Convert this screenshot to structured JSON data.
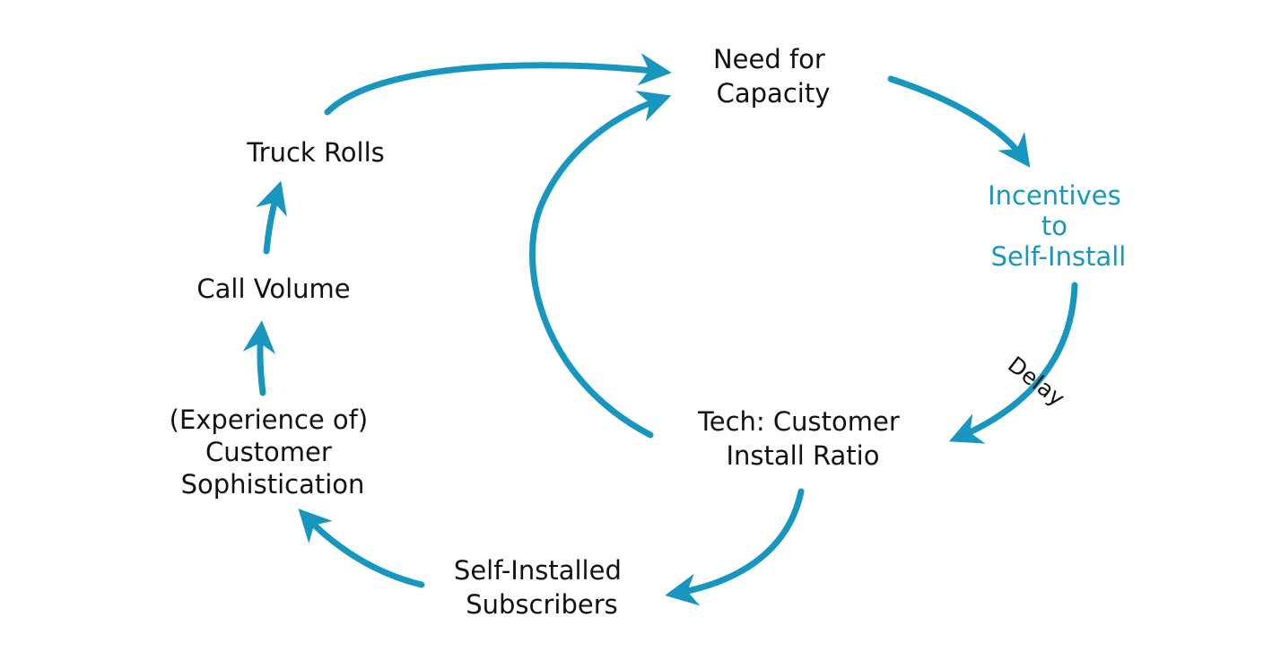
{
  "colors": {
    "arrow": "#1796bf",
    "node_text": "#111111",
    "highlight_text": "#1796bf"
  },
  "nodes": {
    "need_for_capacity": {
      "lines": [
        "Need for",
        "Capacity"
      ]
    },
    "incentives": {
      "lines": [
        "Incentives",
        "to",
        "Self-Install"
      ]
    },
    "tech_ratio": {
      "lines": [
        "Tech: Customer",
        "Install Ratio"
      ]
    },
    "self_installed": {
      "lines": [
        "Self-Installed",
        "Subscribers"
      ]
    },
    "sophistication": {
      "lines": [
        "(Experience of)",
        "Customer",
        "Sophistication"
      ]
    },
    "call_volume": {
      "lines": [
        "Call Volume"
      ]
    },
    "truck_rolls": {
      "lines": [
        "Truck Rolls"
      ]
    }
  },
  "labels": {
    "delay": "Delay"
  },
  "links": [
    {
      "from": "need_for_capacity",
      "to": "incentives"
    },
    {
      "from": "incentives",
      "to": "tech_ratio",
      "label": "Delay"
    },
    {
      "from": "tech_ratio",
      "to": "self_installed"
    },
    {
      "from": "self_installed",
      "to": "sophistication"
    },
    {
      "from": "sophistication",
      "to": "call_volume"
    },
    {
      "from": "call_volume",
      "to": "truck_rolls"
    },
    {
      "from": "truck_rolls",
      "to": "need_for_capacity"
    },
    {
      "from": "tech_ratio",
      "to": "need_for_capacity"
    }
  ]
}
